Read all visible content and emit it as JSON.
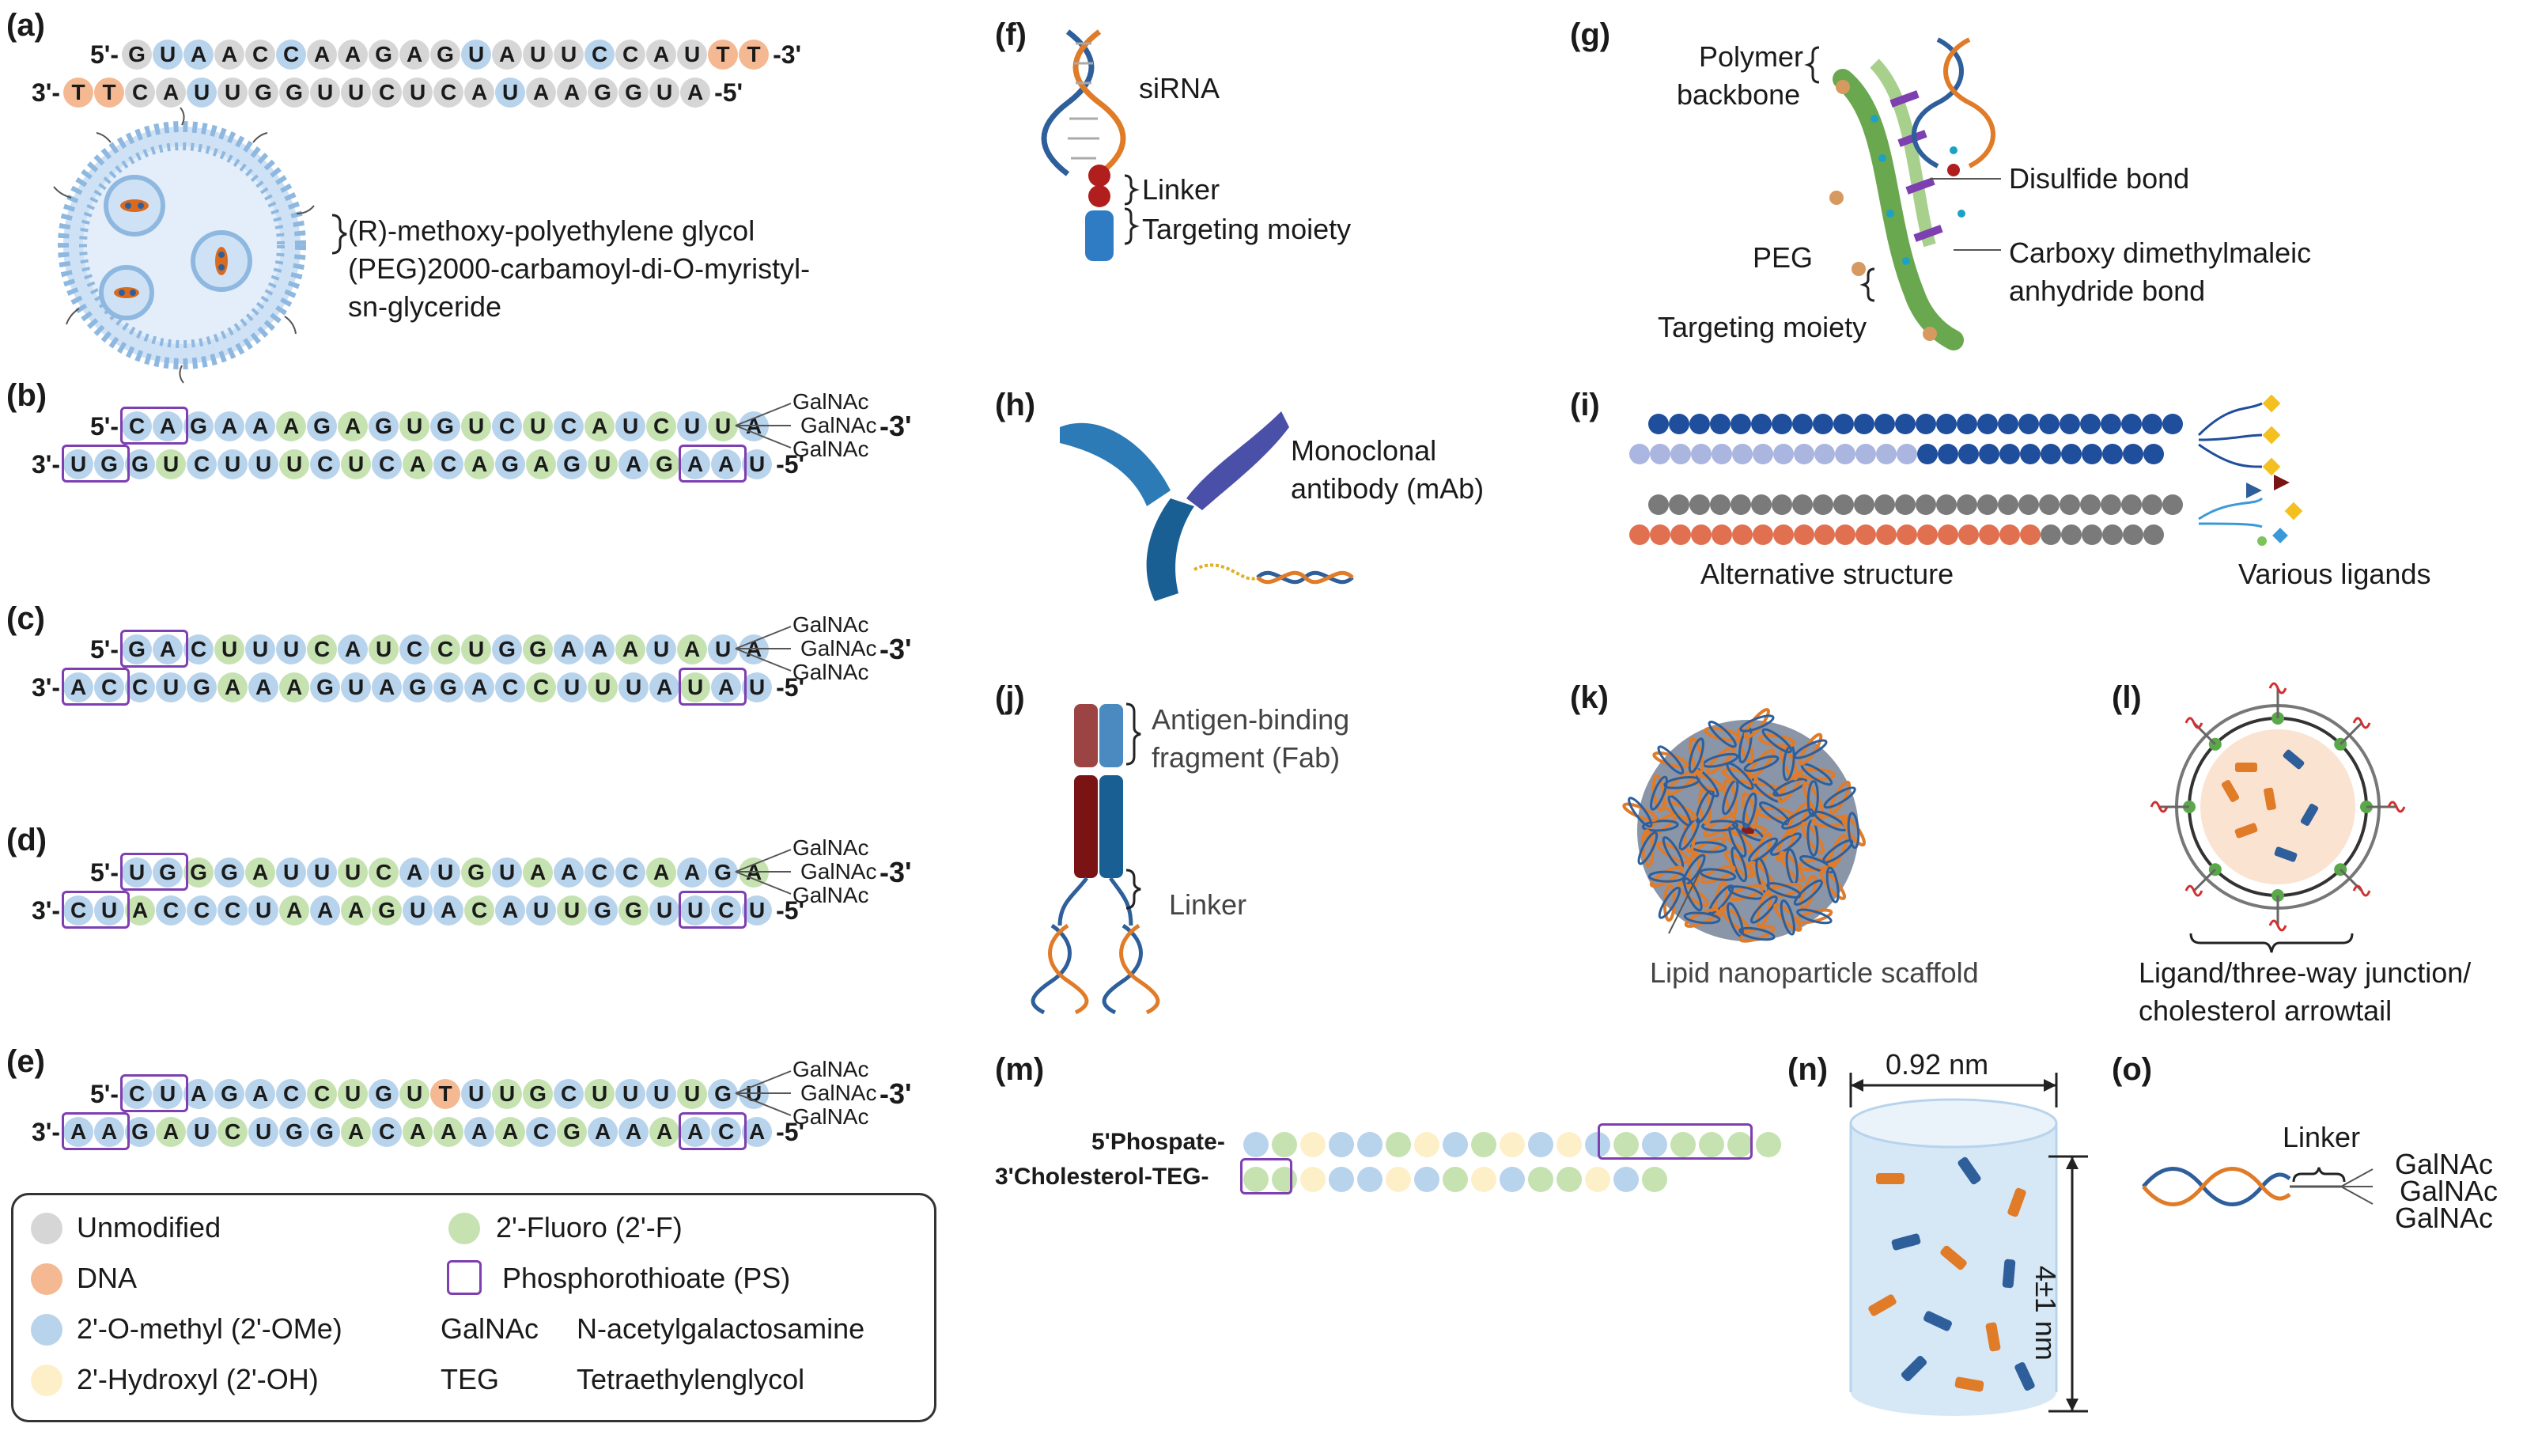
{
  "colors": {
    "unmodified": "#d6d6d6",
    "dna": "#f4b992",
    "ome": "#b8d3ec",
    "fluoro": "#c5e2b0",
    "hydroxyl": "#fdf0c8",
    "ps": "#7e3fb0",
    "helix_orange": "#e07b28",
    "helix_blue": "#2e5f9b"
  },
  "labels": {
    "a": "(a)",
    "b": "(b)",
    "c": "(c)",
    "d": "(d)",
    "e": "(e)",
    "f": "(f)",
    "g": "(g)",
    "h": "(h)",
    "i": "(i)",
    "j": "(j)",
    "k": "(k)",
    "l": "(l)",
    "m": "(m)",
    "n": "(n)",
    "o": "(o)"
  },
  "ends": {
    "five_prime_left": "5'-",
    "three_prime_left": "3'-",
    "three_prime_right": "-3'",
    "five_prime_right": "-5'",
    "five_prime_right_b": "-5'"
  },
  "galnac": "GalNAc",
  "panel_a": {
    "sense": "GUAACCAAGAGUAUUCCAUTT",
    "sense_mods": "uoouuouuuuuouuuouuudd",
    "antisense": "TTCAUUGGUUCUCAUAAGGUA",
    "antisense_mods": "dduuouuuuuuuuuouuuuuu",
    "lipid_text_1": "(R)-methoxy-polyethylene glycol",
    "lipid_text_2": "(PEG)2000-carbamoyl-di-O-myristyl-",
    "lipid_text_3": "sn-glyceride"
  },
  "panel_b": {
    "sense": "CAGAAAGAGUGUCUCAUCUUA",
    "sense_mods": "ooooofofofofofofofofo",
    "antisense": "UGGUCUUUCUCACAGAGUAGAAU",
    "antisense_mods": "ooofooofofofofofofofooo"
  },
  "panel_c": {
    "sense": "GACUUUCAUCCUGGAAAUAUA",
    "sense_mods": "ooofoofofoffofoofofoo",
    "antisense": "ACCUGAAAGUAGGACCUUUAUAU",
    "antisense_mods": "ooooofofooooooofofoofoo"
  },
  "panel_d": {
    "sense": "UGGGAUUUCAUGUAACCAAGA",
    "sense_mods": "oofofooffoofofooofoof",
    "antisense": "CUACCCUAAAGUACAUUGGUUCU",
    "antisense_mods": "oofoooofoffoofoofofoooo"
  },
  "panel_e": {
    "sense": "CUAGACCUGUTUUGCUUUUGU",
    "sense_mods": "ooooooffofdoffofoofoo",
    "antisense": "AAGAUCUGGACAAAACGAAAACA",
    "antisense_mods": "ooofofooofoffofofoofooo"
  },
  "legend": {
    "unmodified": "Unmodified",
    "dna": "DNA",
    "ome": "2'-O-methyl (2'-OMe)",
    "hydroxyl": "2'-Hydroxyl (2'-OH)",
    "fluoro": "2'-Fluoro (2'-F)",
    "ps": "Phosphorothioate (PS)",
    "galnac_abbr": "GalNAc",
    "galnac_full": "N-acetylgalactosamine",
    "teg_abbr": "TEG",
    "teg_full": "Tetraethylenglycol"
  },
  "panel_f": {
    "sirna": "siRNA",
    "linker": "Linker",
    "targeting": "Targeting moiety"
  },
  "panel_g": {
    "polymer_1": "Polymer",
    "polymer_2": "backbone",
    "disulfide": "Disulfide bond",
    "peg": "PEG",
    "carboxy_1": "Carboxy dimethylmaleic",
    "carboxy_2": "anhydride bond",
    "targeting": "Targeting moiety"
  },
  "panel_h": {
    "mab_1": "Monoclonal",
    "mab_2": "antibody (mAb)"
  },
  "panel_i": {
    "alt": "Alternative structure",
    "ligands": "Various ligands"
  },
  "panel_j": {
    "fab_1": "Antigen-binding",
    "fab_2": "fragment (Fab)",
    "linker": "Linker"
  },
  "panel_k": {
    "scaffold": "Lipid nanoparticle scaffold"
  },
  "panel_l": {
    "line1": "Ligand/three-way junction/",
    "line2": "cholesterol arrowtail"
  },
  "panel_m": {
    "top": "5'Phospate-",
    "bottom": "3'Cholesterol-TEG-",
    "top_mods": "ofhoofhofhohofoffff",
    "bottom_mods": "ffhoohofhoffhof"
  },
  "panel_n": {
    "width": "0.92 nm",
    "height": "4±1 nm"
  },
  "panel_o": {
    "linker": "Linker"
  }
}
